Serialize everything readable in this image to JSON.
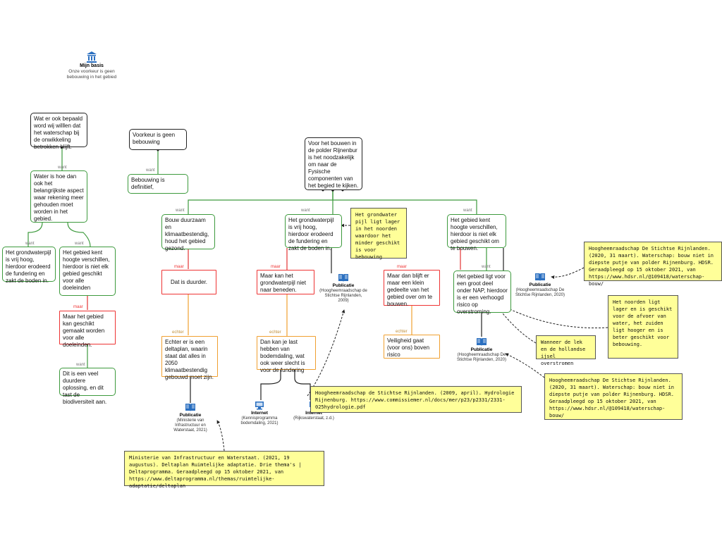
{
  "root": {
    "title": "Mijn basis",
    "subtitle": "Onze voorkeur is geen bebouwing in het gebied"
  },
  "relation_labels": {
    "want": "want",
    "maar": "maar",
    "echter": "echter"
  },
  "left_chain": {
    "top": "Wat er ook bepaald word wij willlen dat het waterschap bij de onwikkeling betrokken blijft.",
    "main": "Water is hoe dan ook het belangrijkste aspect waar rekening meer gehouden moet worden in het gebied.",
    "child_a": "Het grondwaterpijl is vrij hoog, hierdoor erodeerd de fundering en zakt de boden in.",
    "child_b": "Het gebied kent hoogte verschillen, hierdoor is niet elk gebied geschikt voor alle doeleinden",
    "objection": "Maar het gebied kan geschikt gemaakt worden voor alle doeleinden.",
    "reason": "Dit is een veel duurdere oplossing, en dit tast de biodiversiteit aan."
  },
  "middle_claim": {
    "top": "Voorkeur is geen bebouwing",
    "reason": "Bebouwing is definitief,"
  },
  "main_claim": "Voor het bouwen in de polder Rijnenbur is het noodzakelijk om naar de Fysische componenten van het begied te kijken.",
  "branch_1": {
    "reason": "Bouw duurzaam en klimaatbestendig, houd het gebied gezond.",
    "objection": "Dat is duurder.",
    "rebuttal": "Echter er is een deltaplan, waarin staat dat alles in 2050 klimaatbestendig gebouwd moet zijn."
  },
  "branch_2": {
    "reason": "Het grondwaterpijl is vrij hoog, hierdoor erodeerd de fundering en zakt de boden in.",
    "objection": "Maar kan het grondwaterpijl niet naar beneden.",
    "rebuttal": "Dan kan je last hebben van bodemdaling, wat ook weer slecht is voor de fundering"
  },
  "branch_3": {
    "reason": "Het gebied kent hoogte verschillen, hierdoor is niet elk gebied geschikt om te bouwen.",
    "objection": "Maar dan blijft er maar een klein gedeelte van het gebied over om te bouwen.",
    "rebuttal": "Veiligheid gaat (voor ons) boven risico",
    "reason_2": "Het gebied ligt voor een groot deel onder NAP, hierdoor is er een verhoogd risico op overstroming."
  },
  "sources": [
    {
      "type": "Publicatie",
      "caption": "(Ministerie van Infrastructuur en Waterstaat, 2021)",
      "icon": "book-icon"
    },
    {
      "type": "Internet",
      "caption": "(Kennisprogramma bodemdaling, 2021)",
      "icon": "monitor-icon"
    },
    {
      "type": "Internet",
      "caption": "(Rijkswaterstaat, z.d.)",
      "icon": "monitor-icon"
    },
    {
      "type": "Publicatie",
      "caption": "(Hoogheemraadschap de Stichtse Rijnlanden, 2009)",
      "icon": "book-icon"
    },
    {
      "type": "Publicatie",
      "caption": "(Hoogheemraadschap De Stichtse Rijnlanden, 2020)",
      "icon": "book-icon"
    },
    {
      "type": "Publicatie",
      "caption": "(Hoogheemraadschap De Stichtse Rijnlanden, 2020)",
      "icon": "book-icon"
    }
  ],
  "notes": {
    "grondwater": "Het grondwater pijl ligt lager in het noorden waardoor het minder geschikt is voor bebouwing",
    "hdsr_top": "Hoogheemraadschap De Stichtse Rijnlanden. (2020, 31 maart). Waterschap: bouw niet in diepste putje van polder Rijnenburg. HDSR. Geraadpleegd op 15 oktober 2021, van https://www.hdsr.nl/@109418/waterschap-bouw/",
    "noorden": "Het noorden ligt lager en is geschikt voor de afvoer van water, het zuiden ligt hooger en is beter geschikt voor bebouwing.",
    "lek": "Wanneer de lek en de hollandse ijsel overstromen",
    "hdsr_bottom": "Hoogheemraadschap De Stichtse Rijnlanden. (2020, 31 maart). Waterschap: bouw niet in diepste putje van polder Rijnenburg. HDSR. Geraadpleegd op 15 oktober 2021, van https://www.hdsr.nl/@109418/waterschap-bouw/",
    "hydrologie": "Hoogheemraadschap de Stichtse Rijnlanden. (2009, april). Hydrologie Rijnenburg. https://www.commissiemer.nl/docs/mer/p23/p2331/2331-025hydrologie.pdf",
    "ministerie": "Ministerie van Infrastructuur en Waterstaat. (2021, 19 augustus). Deltaplan Ruimtelijke adaptatie. Drie thema's | Deltaprogramma. Geraadpleegd op 15 oktober 2021, van https://www.deltaprogramma.nl/themas/ruimtelijke-adaptatie/deltaplan"
  },
  "colors": {
    "support": "#3d9a3d",
    "objection": "#e33333",
    "rebuttal": "#f0a030",
    "note": "#ffff99",
    "icon": "#2a6fc0"
  }
}
